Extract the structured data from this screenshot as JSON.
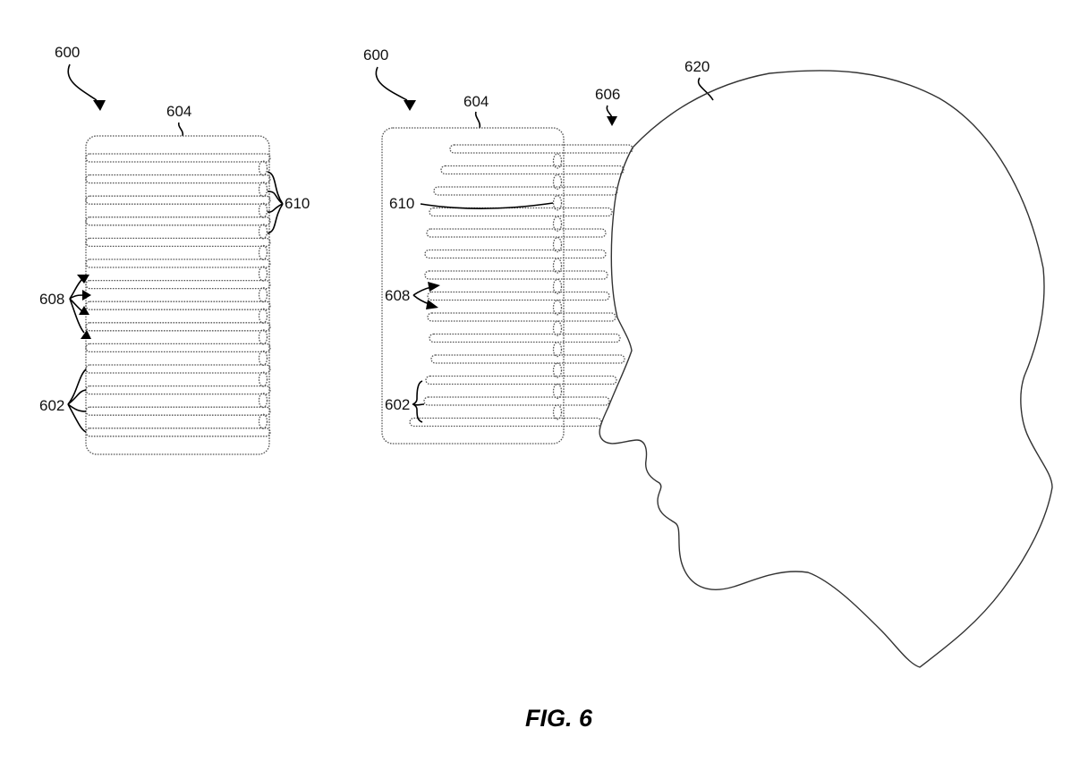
{
  "figure": {
    "caption": "FIG. 6",
    "left_view": {
      "labels": {
        "device": "600",
        "housing": "604",
        "sensors": "610",
        "gaps": "608",
        "strips": "602"
      },
      "strip_count": 14,
      "sensor_count": 13
    },
    "right_view": {
      "labels": {
        "device": "600",
        "housing": "604",
        "interface": "606",
        "head": "620",
        "sensors": "610",
        "gaps": "608",
        "strips": "602"
      },
      "strip_count": 14,
      "sensor_count": 13
    },
    "icons": {
      "reference_arrow": "curved-arrow-icon",
      "leader_brace": "brace-icon"
    }
  }
}
